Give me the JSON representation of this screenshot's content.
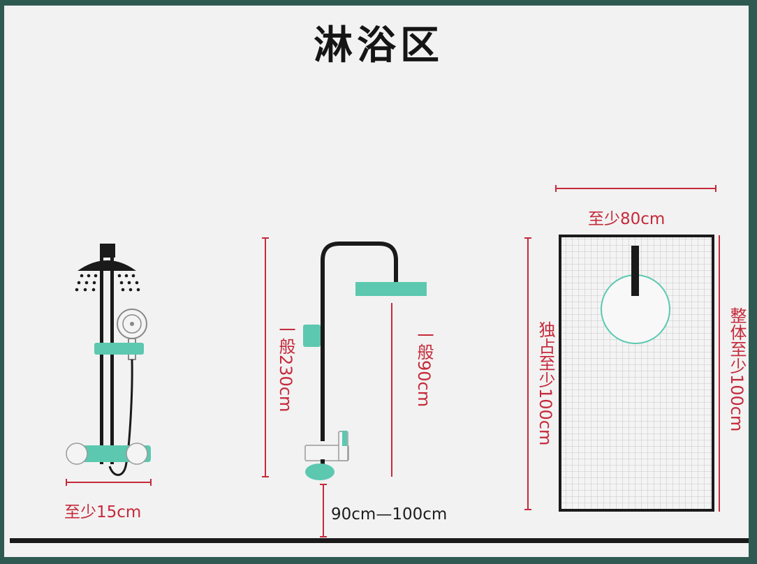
{
  "title": "淋浴区",
  "labels": {
    "width_min_15": "至少15cm",
    "height_230": "一般230cm",
    "height_90": "一般90cm",
    "faucet_height": "90cm—100cm",
    "width_min_80": "至少80cm",
    "standalone_100": "独占至少100cm",
    "overall_100": "整体至少100cm"
  },
  "colors": {
    "frame": "#2f5a52",
    "accent": "#5cc8b0",
    "dimension": "#c52a3a",
    "fixture": "#1a1a1a"
  }
}
